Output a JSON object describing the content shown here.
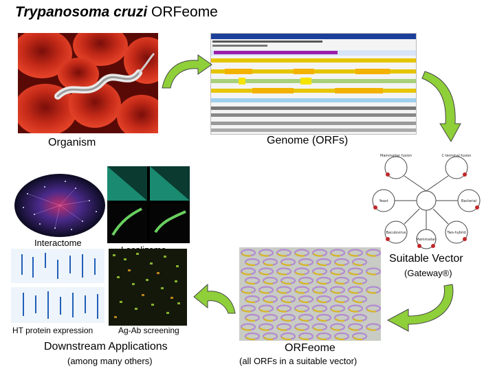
{
  "title": {
    "italic_part": "Trypanosoma cruzi",
    "regular_part": " ORFeome"
  },
  "labels": {
    "organism": "Organism",
    "genome": "Genome (ORFs)",
    "interactome": "Interactome",
    "localizome": "Localizome",
    "suitable_vector": "Suitable Vector",
    "gateway": "(Gateway®)",
    "ht_protein_expression": "HT protein expression",
    "ag_ab_screening": "Ag-Ab screening",
    "downstream_applications": "Downstream Applications",
    "among_many_others": "(among many others)",
    "orfeome": "ORFeome",
    "all_orfs": "(all ORFs in a suitable vector)"
  },
  "vector_nodes": [
    "Mammalian fusion",
    "C-terminal fusion",
    "Yeast",
    "Bacterial",
    "Baculovirus",
    "Mammalian",
    "Two-hybrid"
  ],
  "arrow_color": "#8fcf3a"
}
